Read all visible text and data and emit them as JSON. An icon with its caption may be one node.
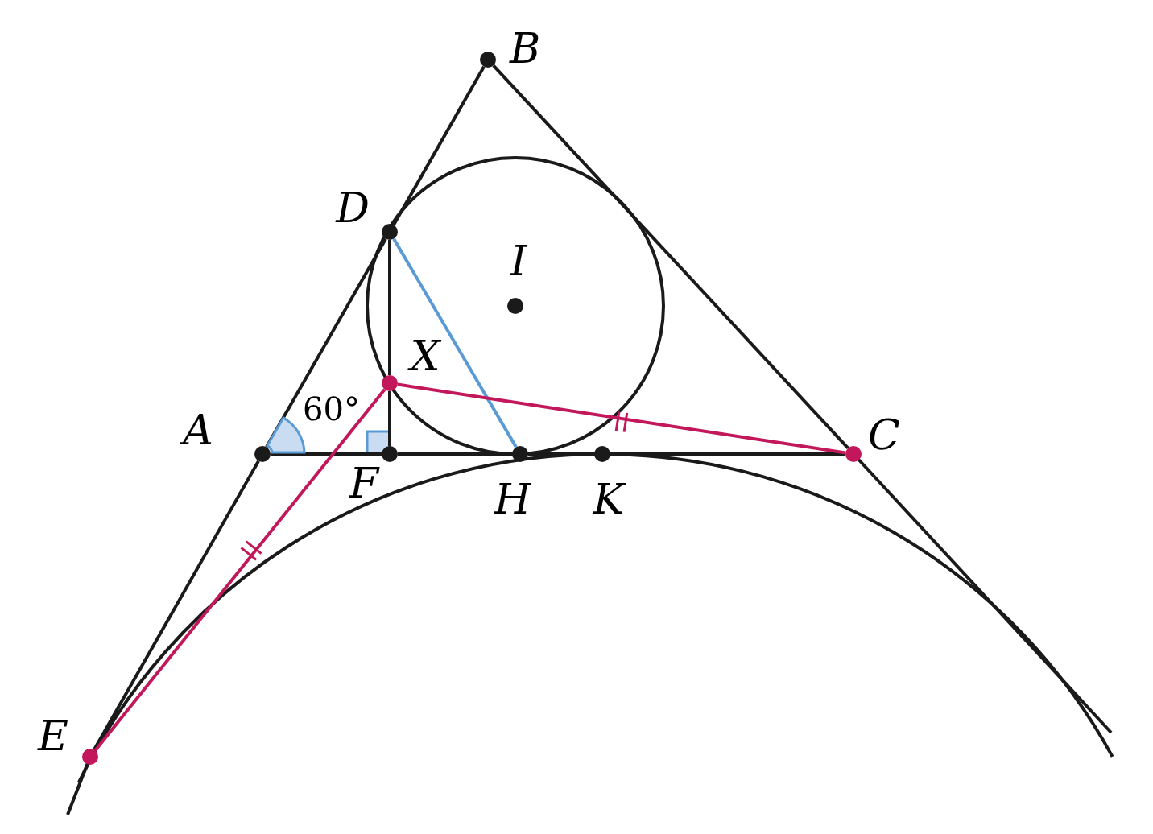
{
  "diagram": {
    "nodes": [
      {
        "text": [
          "B"
        ]
      },
      {
        "text": [
          "D"
        ]
      },
      {
        "text": [
          "I"
        ]
      },
      {
        "text": [
          "X"
        ]
      },
      {
        "text": [
          "A"
        ]
      },
      {
        "text": [
          "C"
        ]
      },
      {
        "text": [
          "F"
        ]
      },
      {
        "text": [
          "H"
        ]
      },
      {
        "text": [
          "K"
        ]
      },
      {
        "text": [
          "E"
        ]
      }
    ],
    "edges": [
      {
        "from": 9,
        "to": 4,
        "arrow": "none"
      },
      {
        "from": 4,
        "to": 1,
        "arrow": "none"
      },
      {
        "from": 1,
        "to": 0,
        "arrow": "none"
      },
      {
        "from": 0,
        "to": 5,
        "arrow": "none"
      },
      {
        "from": 4,
        "to": 6,
        "arrow": "none"
      },
      {
        "from": 6,
        "to": 7,
        "arrow": "none"
      },
      {
        "from": 7,
        "to": 8,
        "arrow": "none"
      },
      {
        "from": 8,
        "to": 5,
        "arrow": "none"
      },
      {
        "from": 1,
        "to": 3,
        "arrow": "none"
      },
      {
        "from": 3,
        "to": 6,
        "arrow": "none"
      },
      {
        "from": 1,
        "to": 7,
        "arrow": "none",
        "color": "#5b9bd5"
      },
      {
        "from": 3,
        "to": 5,
        "arrow": "none",
        "color": "#c2185b"
      },
      {
        "from": 3,
        "to": 9,
        "arrow": "none",
        "color": "#c2185b"
      }
    ],
    "labels": [
      "60°"
    ]
  }
}
